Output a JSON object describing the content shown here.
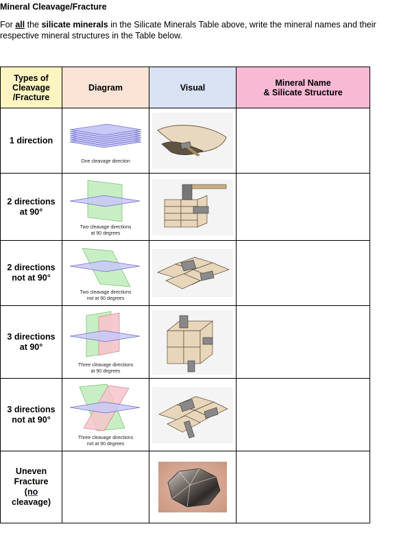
{
  "title": "Mineral Cleavage/Fracture",
  "instructions": {
    "pre": "For ",
    "all": "all",
    "mid": " the ",
    "silicate": "silicate minerals",
    "post_line1": " in the Silicate Minerals Table above, write the mineral names and their",
    "line2": "respective mineral structures in the Table below."
  },
  "headers": {
    "types": [
      "Types of",
      "Cleavage",
      "/Fracture"
    ],
    "diagram": "Diagram",
    "visual": "Visual",
    "mineral": [
      "Mineral Name",
      "& Silicate Structure"
    ]
  },
  "rows": [
    {
      "type": [
        "1 direction"
      ],
      "caption": [
        "One cleavage direction"
      ]
    },
    {
      "type": [
        "2 directions",
        "at 90°"
      ],
      "caption": [
        "Two cleavage directions",
        "at 90 degrees"
      ]
    },
    {
      "type": [
        "2 directions",
        "not at 90°"
      ],
      "caption": [
        "Two cleavage directions",
        "not at 90 degrees"
      ]
    },
    {
      "type": [
        "3 directions",
        "at 90°"
      ],
      "caption": [
        "Three cleavage directions",
        "at 90 degrees"
      ]
    },
    {
      "type": [
        "3 directions",
        "not at 90°"
      ],
      "caption": [
        "Three cleavage directions",
        "not at 90 degrees"
      ]
    },
    {
      "type": [
        "Uneven",
        "Fracture",
        "(no",
        "cleavage)"
      ],
      "caption": []
    }
  ],
  "colors": {
    "blue_plane": "#c9c8f6",
    "green_plane": "#c8efc3",
    "pink_plane": "#f6c4cb",
    "rock": "#d9c3a0"
  }
}
